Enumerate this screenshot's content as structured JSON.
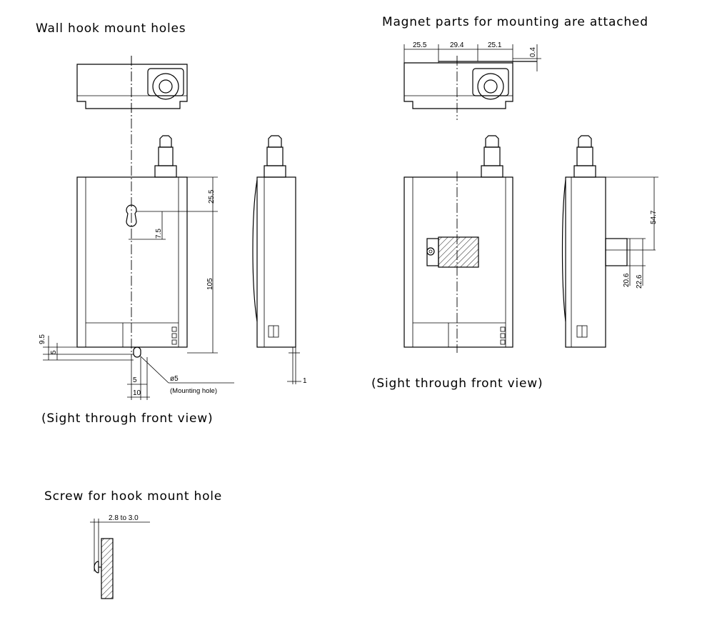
{
  "labels": {
    "wall_hook_title": "Wall hook mount holes",
    "magnet_title": "Magnet parts for mounting are attached",
    "sight_left": "(Sight through front view)",
    "sight_right": "(Sight through front view)",
    "screw_title": "Screw for hook mount hole",
    "mounting_hole": "(Mounting hole)"
  },
  "dimensions": {
    "d_25_5_top": "25.5",
    "d_29_4": "29.4",
    "d_25_1": "25.1",
    "d_0_4": "0.4",
    "d_25_5_side": "25.5",
    "d_7_5": "7.5",
    "d_105": "105",
    "d_9_5": "9.5",
    "d_5_left": "5",
    "d_5_bottom": "5",
    "d_10": "10",
    "d_phi5": "ø5",
    "d_1": "1",
    "d_54_7": "54.7",
    "d_20_6": "20.6",
    "d_22_6": "22.6",
    "d_screw": "2.8 to 3.0"
  }
}
